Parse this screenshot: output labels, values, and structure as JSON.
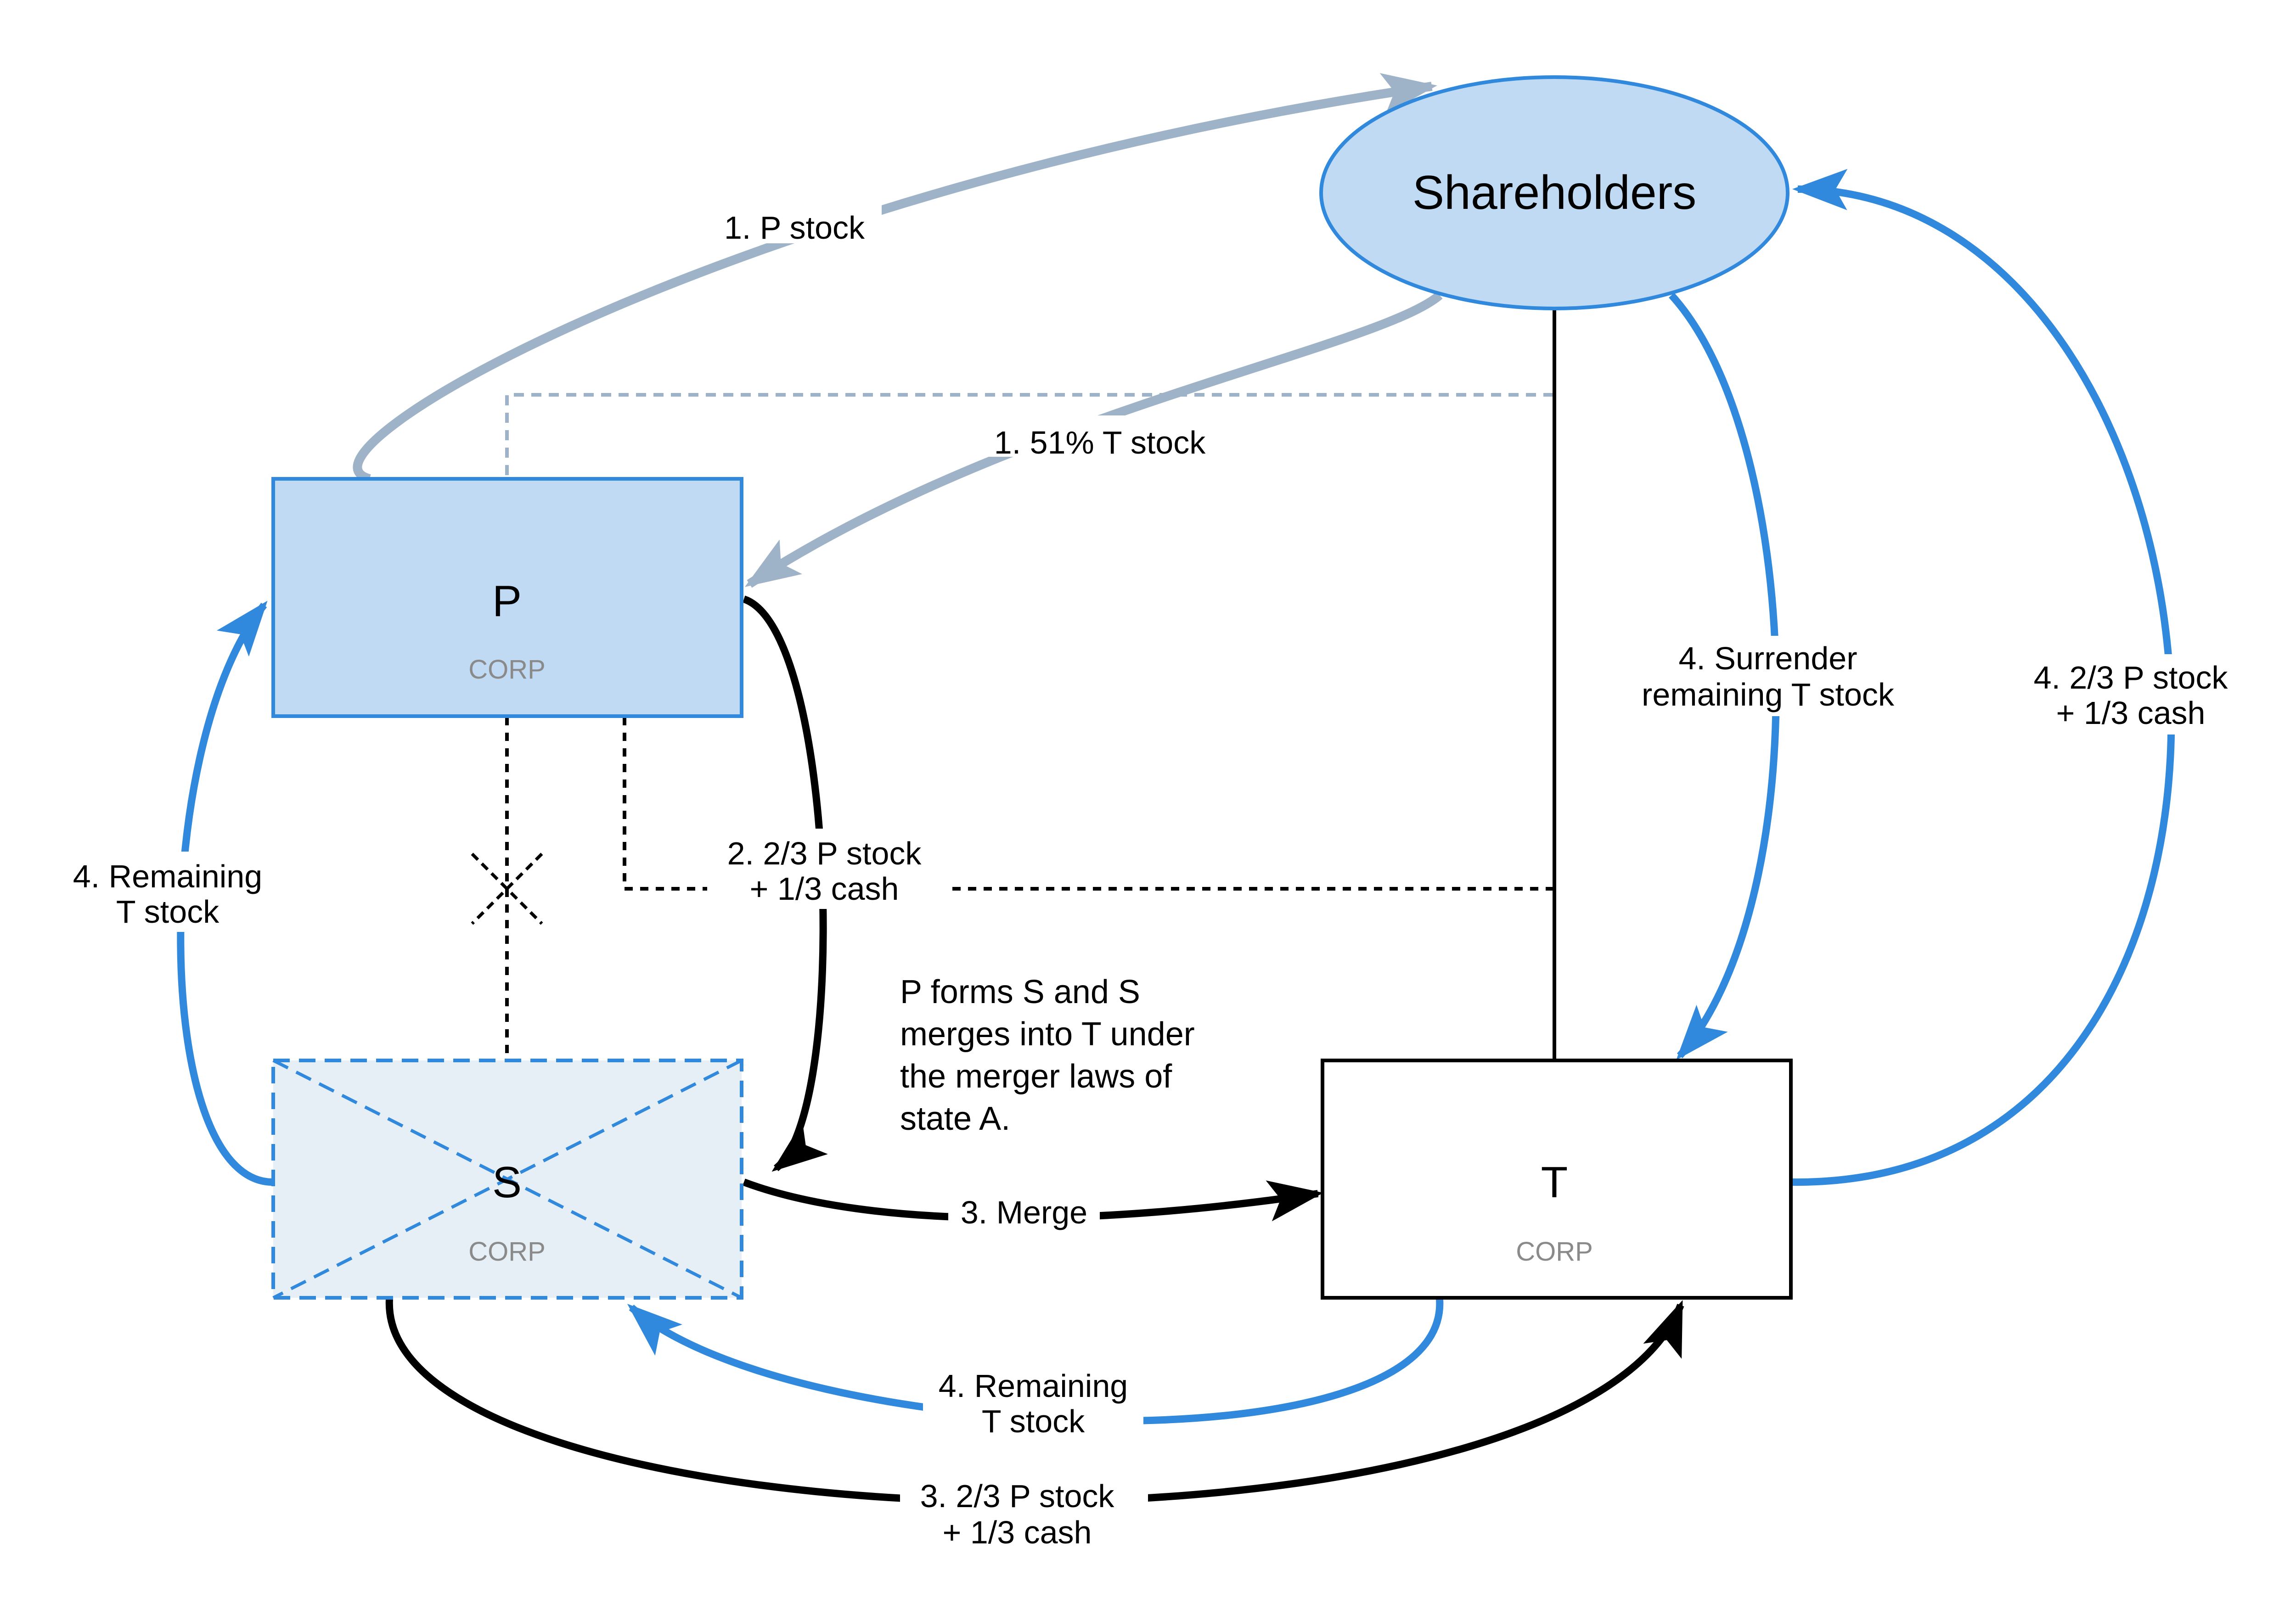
{
  "colors": {
    "grey_arrow": "#9fb3c8",
    "blue_arrow": "#3089dc",
    "black_arrow": "#000000",
    "blue_fill": "#c0daf3",
    "blue_stroke": "#3089dc",
    "dissolved_fill": "#e6eef6"
  },
  "nodes": {
    "shareholders": {
      "label": "Shareholders"
    },
    "p": {
      "label": "P",
      "type": "CORP"
    },
    "s": {
      "label": "S",
      "type": "CORP"
    },
    "t": {
      "label": "T",
      "type": "CORP"
    }
  },
  "edges": {
    "p_stock": {
      "label": "1. P stock"
    },
    "t_stock_51": {
      "label": "1. 51% T stock"
    },
    "p_to_s_consideration": {
      "line1": "2. 2/3 P stock",
      "line2": "+ 1/3 cash"
    },
    "merge": {
      "label": "3. Merge"
    },
    "s_to_t_consideration": {
      "line1": "3. 2/3 P stock",
      "line2": "+ 1/3 cash"
    },
    "s_to_p_remaining": {
      "line1": "4. Remaining",
      "line2": "T stock"
    },
    "t_to_s_remaining": {
      "line1": "4. Remaining",
      "line2": "T stock"
    },
    "surrender": {
      "line1": "4. Surrender",
      "line2": "remaining T stock"
    },
    "t_to_shareholders": {
      "line1": "4. 2/3 P stock",
      "line2": "+ 1/3 cash"
    }
  },
  "note": {
    "lines": [
      "P forms S and S",
      "merges into T under",
      "the merger laws of",
      "state A."
    ]
  }
}
